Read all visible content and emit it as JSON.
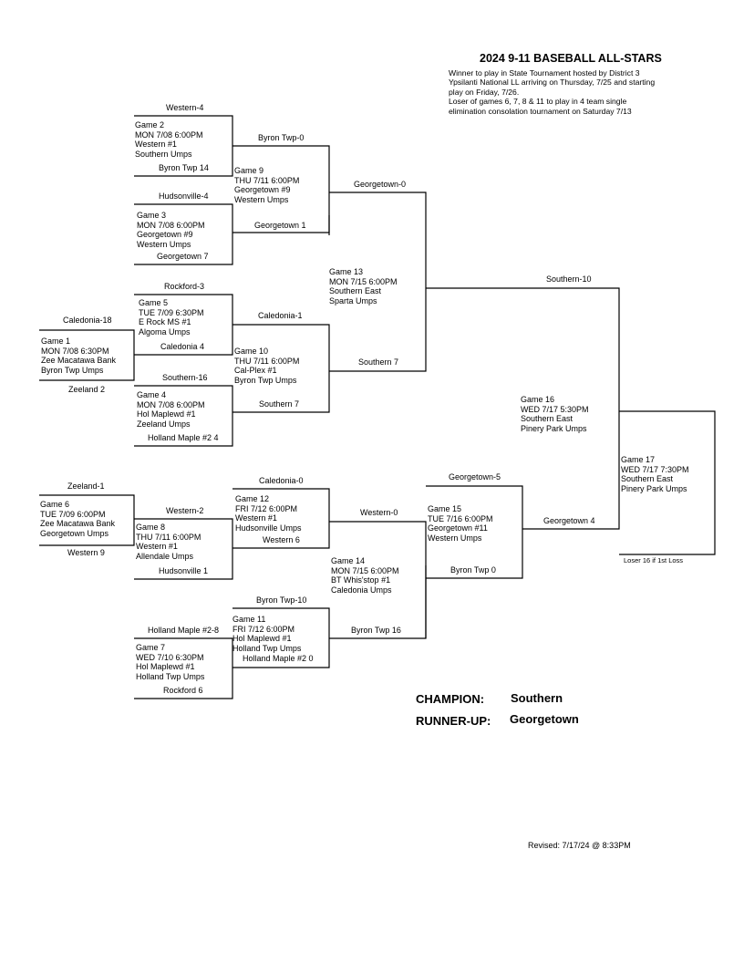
{
  "header": {
    "title": "2024 9-11 BASEBALL ALL-STARS",
    "note_lines": [
      "Winner to play in State Tournament hosted by District 3",
      "Ypsilanti National LL arriving on Thursday, 7/25 and starting",
      "play on Friday, 7/26.",
      "Loser of games 6, 7, 8 & 11 to play in 4 team single",
      "elimination consolation tournament on Saturday 7/13"
    ]
  },
  "slots": {
    "w4": "Western-4",
    "byron_14": "Byron Twp  14",
    "hudsonville_4": "Hudsonville-4",
    "georgetown_7": "Georgetown  7",
    "byron_0": "Byron Twp-0",
    "georgetown_1": "Georgetown  1",
    "georgetown_0_g9": "Georgetown-0",
    "rockford_3": "Rockford-3",
    "caledonia_18": "Caledonia-18",
    "zeeland_2": "Zeeland  2",
    "caledonia_4": "Caledonia  4",
    "southern_16": "Southern-16",
    "holland_maple_4": "Holland Maple #2  4",
    "caledonia_1": "Caledonia-1",
    "southern_7_g10": "Southern  7",
    "southern_7_g13": "Southern  7",
    "southern_10": "Southern-10",
    "zeeland_1": "Zeeland-1",
    "western_9": "Western  9",
    "western_2": "Western-2",
    "hudsonville_1": "Hudsonville  1",
    "caledonia_0": "Caledonia-0",
    "western_6": "Western  6",
    "western_0": "Western-0",
    "georgetown_5": "Georgetown-5",
    "byron_0_g15": "Byron Twp  0",
    "georgetown_4": "Georgetown  4",
    "holland_maple_8": "Holland Maple #2-8",
    "rockford_6": "Rockford  6",
    "byron_10": "Byron Twp-10",
    "holland_maple_0": "Holland Maple #2  0",
    "byron_16": "Byron Twp  16"
  },
  "games": {
    "g1": [
      "Game 1",
      "MON  7/08  6:30PM",
      "Zee Macatawa Bank",
      "Byron Twp Umps"
    ],
    "g2": [
      "Game 2",
      "MON  7/08  6:00PM",
      "Western #1",
      "Southern Umps"
    ],
    "g3": [
      "Game 3",
      "MON  7/08  6:00PM",
      "Georgetown #9",
      "Western Umps"
    ],
    "g4": [
      "Game 4",
      "MON  7/08  6:00PM",
      "Hol Maplewd #1",
      "Zeeland Umps"
    ],
    "g5": [
      "Game 5",
      "TUE  7/09  6:30PM",
      "E Rock MS #1",
      "Algoma Umps"
    ],
    "g6": [
      "Game 6",
      "TUE  7/09  6:00PM",
      "Zee Macatawa Bank",
      "Georgetown Umps"
    ],
    "g7": [
      "Game 7",
      "WED  7/10  6:30PM",
      "Hol Maplewd #1",
      "Holland Twp Umps"
    ],
    "g8": [
      "Game 8",
      "THU  7/11  6:00PM",
      "Western #1",
      "Allendale Umps"
    ],
    "g9": [
      "Game 9",
      "THU  7/11  6:00PM",
      "Georgetown #9",
      "Western Umps"
    ],
    "g10": [
      "Game 10",
      "THU  7/11  6:00PM",
      "Cal-Plex #1",
      "Byron Twp Umps"
    ],
    "g11": [
      "Game 11",
      "FRI  7/12  6:00PM",
      "Hol Maplewd #1",
      "Holland Twp Umps"
    ],
    "g12": [
      "Game 12",
      "FRI  7/12  6:00PM",
      "Western #1",
      "Hudsonville Umps"
    ],
    "g13": [
      "Game 13",
      "MON  7/15  6:00PM",
      "Southern East",
      "Sparta Umps"
    ],
    "g14": [
      "Game 14",
      "MON  7/15  6:00PM",
      "BT Whis'stop #1",
      "Caledonia Umps"
    ],
    "g15": [
      "Game 15",
      "TUE  7/16  6:00PM",
      "Georgetown #11",
      "Western Umps"
    ],
    "g16": [
      "Game 16",
      "WED  7/17  5:30PM",
      "Southern East",
      "Pinery Park Umps"
    ],
    "g17": [
      "Game 17",
      "WED  7/17  7:30PM",
      "Southern East",
      "Pinery Park Umps"
    ]
  },
  "loser_note": "Loser 16 if 1st Loss",
  "results": {
    "champion_label": "CHAMPION:",
    "champion": "Southern",
    "runnerup_label": "RUNNER-UP:",
    "runnerup": "Georgetown"
  },
  "revised": "Revised:  7/17/24 @  8:33PM"
}
